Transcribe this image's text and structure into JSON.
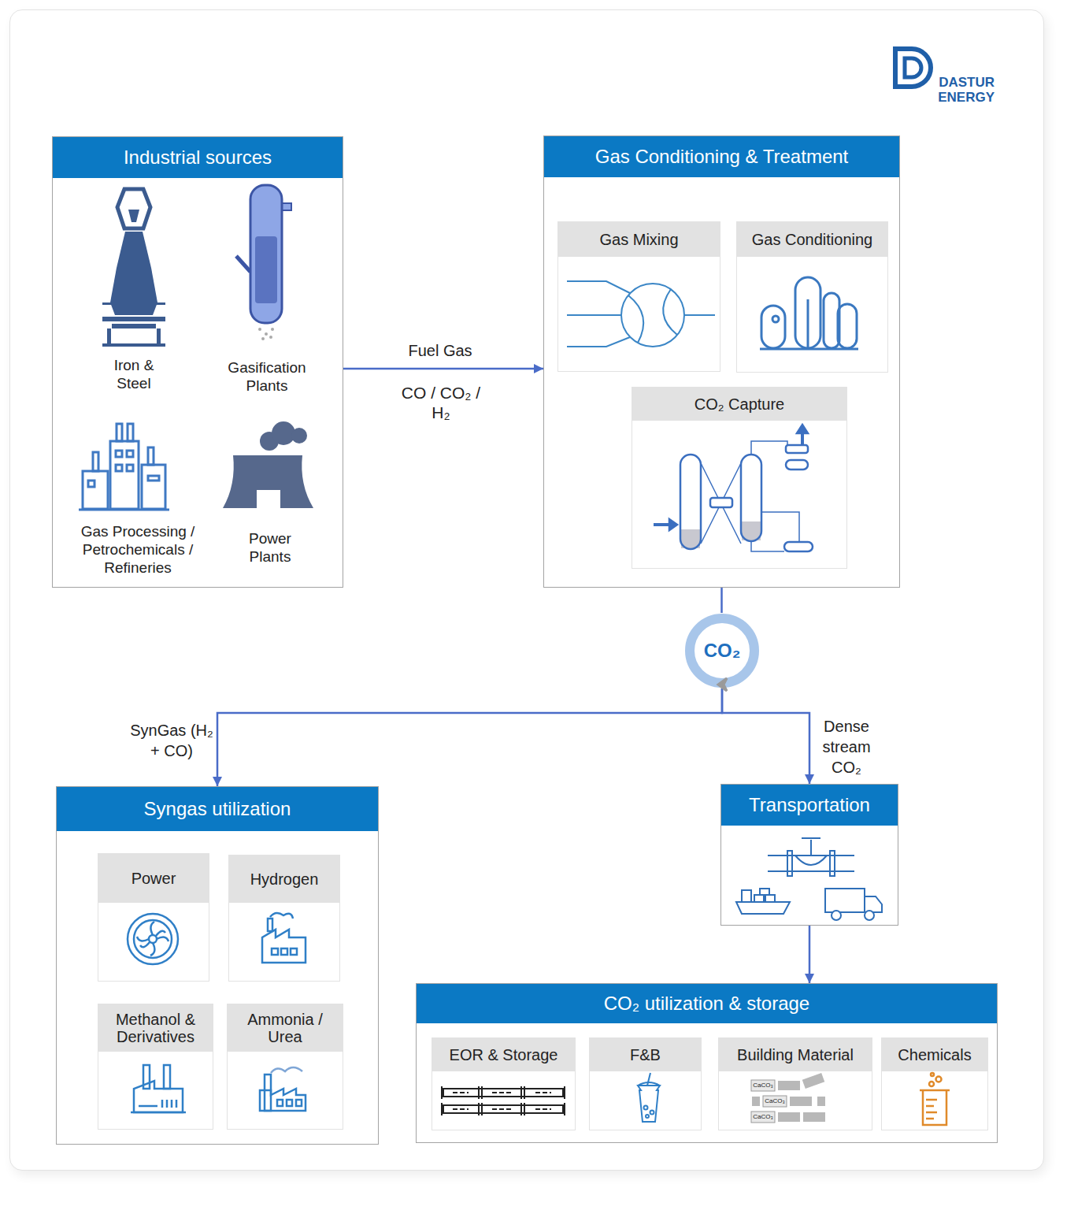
{
  "diagram": {
    "nodes": [
      {
        "text": [
          "Industrial sources"
        ]
      },
      {
        "text": [
          "Gas Conditioning & Treatment"
        ]
      },
      {
        "text": [
          "Gas Mixing"
        ],
        "in": 1
      },
      {
        "text": [
          "Gas Conditioning"
        ],
        "in": 1
      },
      {
        "text": [
          "CO₂ Capture"
        ],
        "in": 1
      },
      {
        "text": [
          "CO₂"
        ]
      },
      {
        "text": [
          "Syngas utilization"
        ]
      },
      {
        "text": [
          "Power"
        ],
        "in": 6
      },
      {
        "text": [
          "Hydrogen"
        ],
        "in": 6
      },
      {
        "text": [
          "Methanol & Derivatives"
        ],
        "in": 6
      },
      {
        "text": [
          "Ammonia / Urea"
        ],
        "in": 6
      },
      {
        "text": [
          "Transportation"
        ]
      },
      {
        "text": [
          "CO₂ utilization & storage"
        ]
      },
      {
        "text": [
          "EOR & Storage"
        ],
        "in": 12
      },
      {
        "text": [
          "F&B"
        ],
        "in": 12
      },
      {
        "text": [
          "Building Material"
        ],
        "in": 12
      },
      {
        "text": [
          "Chemicals"
        ],
        "in": 12
      }
    ],
    "edges": [
      {
        "from": 0,
        "to": 1,
        "arrow": "to",
        "label": "Fuel Gas"
      },
      {
        "from": 1,
        "to": 5,
        "arrow": "none"
      },
      {
        "from": 5,
        "to": 6,
        "arrow": "to",
        "label": "SynGas (H₂ + CO)"
      },
      {
        "from": 5,
        "to": 11,
        "arrow": "to",
        "label": "Dense stream CO₂"
      },
      {
        "from": 11,
        "to": 12,
        "arrow": "to"
      }
    ],
    "labels": [
      "DASTUR ENERGY",
      "Iron & Steel",
      "Gasification Plants",
      "Gas Processing / Petrochemicals / Refineries",
      "Power Plants",
      "CO / CO₂ / H₂",
      "CaCO₃",
      "CaCO₃",
      "CaCO₃"
    ]
  }
}
